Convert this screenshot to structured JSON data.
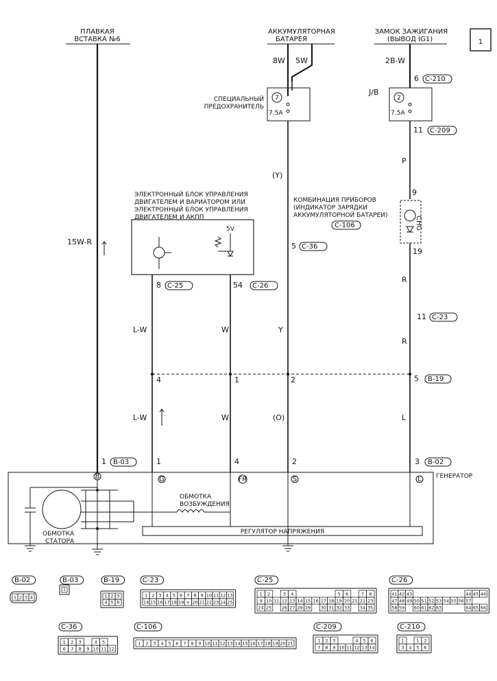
{
  "page_number": "1",
  "sources": {
    "fuse": [
      "ПЛАВКАЯ",
      "ВСТАВКА №6"
    ],
    "battery": [
      "АККУМУЛЯТОРНАЯ",
      "БАТАРЕЯ"
    ],
    "ignition": [
      "ЗАМОК ЗАЖИГАНИЯ",
      "(ВЫВОД IG1)"
    ]
  },
  "special_fuse": {
    "label": [
      "СПЕЦИАЛЬНЫЙ",
      "ПРЕДОХРАНИТЕЛЬ"
    ],
    "number": "7",
    "rating": "7.5A"
  },
  "jb_fuse": {
    "label": "J/B",
    "number": "2",
    "rating": "7.5A"
  },
  "ecu": {
    "label": [
      "ЭЛЕКТРОННЫЙ БЛОК УПРАВЛЕНИЯ",
      "ДВИГАТЕЛЕМ И ВАРИАТОРОМ ИЛИ",
      "ЭЛЕКТРОННЫЙ БЛОК УПРАВЛЕНИЯ",
      "ДВИГАТЕЛЕМ И АКПП"
    ],
    "voltage": "5V"
  },
  "cluster": {
    "label": [
      "КОМБИНАЦИЯ ПРИБОРОВ",
      "(ИНДИКАТОР ЗАРЯДКИ",
      "АККУМУЛЯТОРНОЙ БАТАРЕИ)"
    ],
    "connector": "C-106",
    "chg": "CHG"
  },
  "wires": {
    "w_8w": "8W",
    "w_5w": "5W",
    "w_2bw": "2B-W",
    "w_y_paren": "(Y)",
    "w_p": "P",
    "w_15wr": "15W-R",
    "w_r1": "R",
    "w_r2": "R",
    "w_lw1": "L-W",
    "w_w1": "W",
    "w_y": "Y",
    "w_lw2": "L-W",
    "w_w2": "W",
    "w_o": "(O)",
    "w_l": "L"
  },
  "pins": {
    "p6": "6",
    "c210": "C-210",
    "p11a": "11",
    "c209": "C-209",
    "p9": "9",
    "p19": "19",
    "p11b": "11",
    "c23": "C-23",
    "p5a": "5",
    "c36": "C-36",
    "p8": "8",
    "c25": "C-25",
    "p54": "54",
    "c26": "C-26",
    "j4": "4",
    "j1": "1",
    "j2": "2",
    "j5": "5",
    "b19": "B-19",
    "g1": "1",
    "b03": "B-03",
    "g1b": "1",
    "g4": "4",
    "g2": "2",
    "g3": "3",
    "b02": "B-02"
  },
  "generator": {
    "label": "ГЕНЕРАТОР",
    "terminals": [
      "B",
      "G",
      "FR",
      "S",
      "L"
    ],
    "field_winding": [
      "ОБМОТКА",
      "ВОЗБУЖДЕНИЯ"
    ],
    "stator": [
      "ОБМОТКА",
      "СТАТОРА"
    ],
    "regulator": "РЕГУЛЯТОР НАПРЯЖЕНИЯ"
  },
  "connectors": [
    {
      "id": "B-02",
      "rows": [
        [
          "1",
          "2",
          "3",
          "4"
        ]
      ]
    },
    {
      "id": "B-03",
      "rows": [
        [
          "1"
        ]
      ]
    },
    {
      "id": "B-19",
      "rows": [
        [
          "1",
          "2",
          "3"
        ],
        [
          "4",
          "5",
          "6"
        ]
      ]
    },
    {
      "id": "C-23",
      "rows": [
        [
          "1",
          "2",
          "3",
          "4",
          "5",
          "6",
          "7",
          "8",
          "9",
          "10",
          "11",
          "12",
          "13"
        ],
        [
          "14",
          "15",
          "16",
          "17",
          "18",
          "19",
          "×",
          "20",
          "21",
          "22",
          "23",
          "24",
          "25"
        ]
      ]
    },
    {
      "id": "C-25",
      "rows": [
        [
          "1",
          "2",
          "",
          "3",
          "4",
          "",
          "",
          "",
          "",
          "",
          "5",
          "6",
          "",
          "7",
          "8"
        ],
        [
          "9",
          "10",
          "11",
          "12",
          "13",
          "14",
          "15",
          "16",
          "17",
          "18",
          "19",
          "20",
          "21",
          "22",
          "23"
        ],
        [
          "24",
          "25",
          "",
          "26",
          "27",
          "28",
          "29",
          "",
          "30",
          "31",
          "32",
          "33",
          "",
          "34",
          "35"
        ]
      ]
    },
    {
      "id": "C-26",
      "rows": [
        [
          "41",
          "42",
          "43",
          "",
          "",
          "",
          "",
          "",
          "",
          "",
          "44",
          "45",
          "46"
        ],
        [
          "47",
          "48",
          "49",
          "50",
          "51",
          "52",
          "53",
          "54",
          "55",
          "56",
          "57",
          "",
          ""
        ],
        [
          "58",
          "59",
          "",
          "60",
          "61",
          "62",
          "63",
          "",
          "",
          "",
          "64",
          "65",
          "66"
        ]
      ]
    },
    {
      "id": "C-36",
      "rows": [
        [
          "1",
          "2",
          "3",
          "",
          "4",
          "5"
        ],
        [
          "6",
          "7",
          "8",
          "9",
          "10",
          "11",
          "12"
        ]
      ]
    },
    {
      "id": "C-106",
      "rows": [
        [
          "1",
          "2",
          "3",
          "4",
          "5",
          "6",
          "7",
          "8",
          "9",
          "10",
          "11",
          "12",
          "13",
          "14",
          "15",
          "16",
          "17",
          "18",
          "19",
          "20",
          "21"
        ]
      ]
    },
    {
      "id": "C-209",
      "rows": [
        [
          "1",
          "2",
          "3",
          "",
          "",
          "4",
          "5",
          "6"
        ],
        [
          "7",
          "8",
          "9",
          "10",
          "11",
          "12",
          "13",
          "14"
        ]
      ]
    },
    {
      "id": "C-210",
      "rows": [
        [
          "1",
          "",
          "1",
          "2"
        ],
        [
          "3",
          "4",
          "5",
          "6"
        ]
      ]
    }
  ]
}
